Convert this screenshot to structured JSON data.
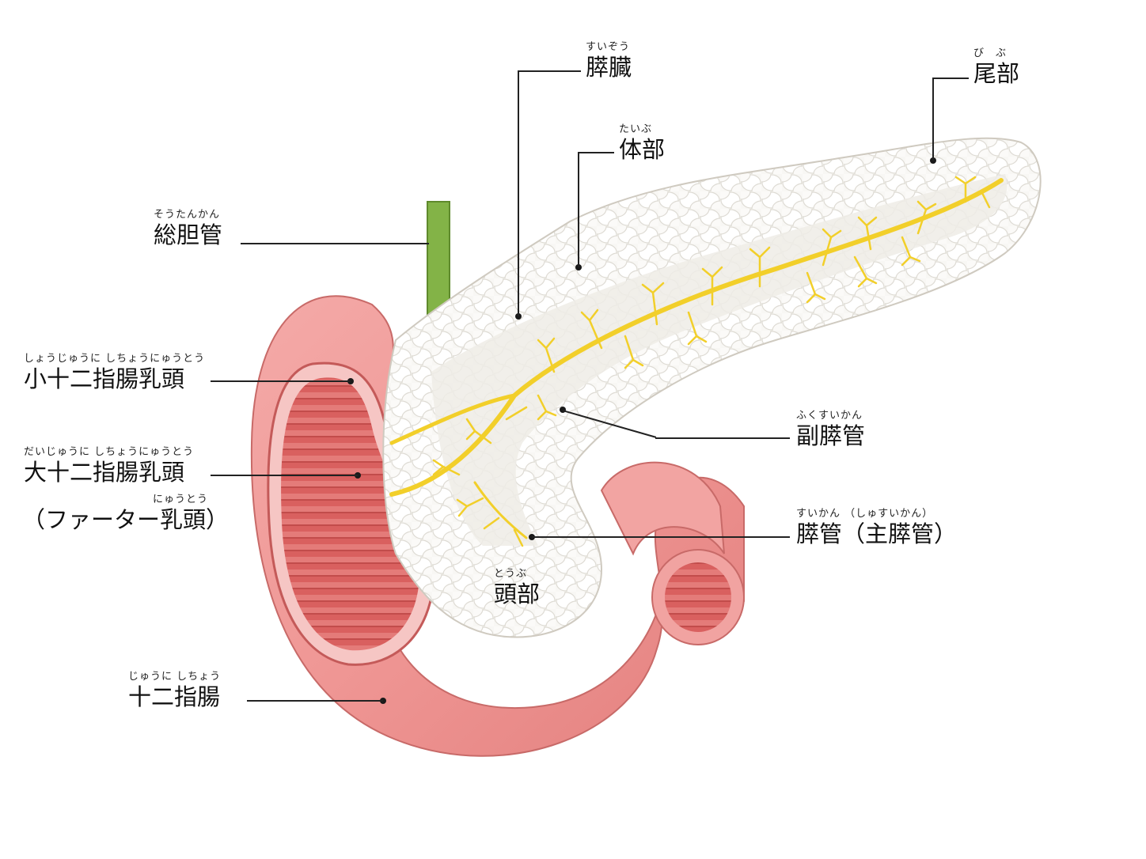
{
  "labels": {
    "suizo": {
      "ruby": "すいぞう",
      "text": "膵臓"
    },
    "bibu": {
      "ruby": "び　ぶ",
      "text": "尾部"
    },
    "taibu": {
      "ruby": "たいぶ",
      "text": "体部"
    },
    "sotankan": {
      "ruby": "そうたんかん",
      "text": "総胆管"
    },
    "sho_nyuto": {
      "ruby": "しょうじゅうに しちょうにゅうとう",
      "text": "小十二指腸乳頭"
    },
    "dai_nyuto": {
      "ruby": "だいじゅうに しちょうにゅうとう",
      "text": "大十二指腸乳頭"
    },
    "vater": {
      "ruby": "にゅうとう",
      "text": "（ファーター乳頭）"
    },
    "fukusuikan": {
      "ruby": "ふくすいかん",
      "text": "副膵管"
    },
    "suikan": {
      "ruby": "すいかん （しゅすいかん）",
      "text": "膵管（主膵管）"
    },
    "tobu": {
      "ruby": "とうぶ",
      "text": "頭部"
    },
    "juunishicho": {
      "ruby": "じゅうに しちょう",
      "text": "十二指腸"
    }
  },
  "colors": {
    "duodenum": "#ef9a98",
    "duodenum_inner": "#d9605f",
    "pancreas": "#f7f6f3",
    "duct": "#f2cf2a",
    "bile_duct": "#7cab3e",
    "leader": "#222222"
  }
}
